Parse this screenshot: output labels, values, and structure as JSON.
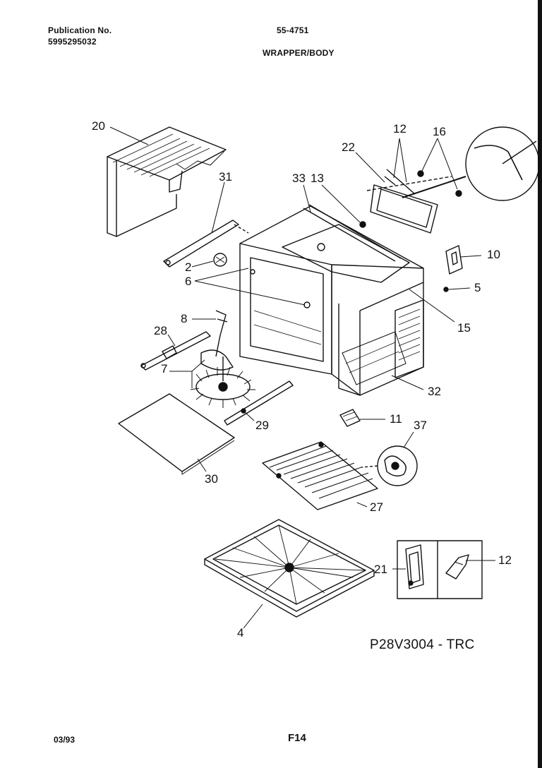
{
  "header": {
    "publication_label": "Publication No.",
    "publication_number": "5995295032",
    "model_code": "55-4751",
    "section": "WRAPPER/BODY"
  },
  "callouts": {
    "c20": "20",
    "c31": "31",
    "c2": "2",
    "c6": "6",
    "c8": "8",
    "c28": "28",
    "c7": "7",
    "c29": "29",
    "c30": "30",
    "c33": "33",
    "c13": "13",
    "c22": "22",
    "c12a": "12",
    "c16": "16",
    "c10": "10",
    "c5": "5",
    "c15": "15",
    "c32": "32",
    "c11": "11",
    "c37": "37",
    "c27": "27",
    "c4": "4",
    "c21": "21",
    "c12b": "12"
  },
  "model_label": "P28V3004 - TRC",
  "footer": {
    "date": "03/93",
    "page": "F14"
  }
}
